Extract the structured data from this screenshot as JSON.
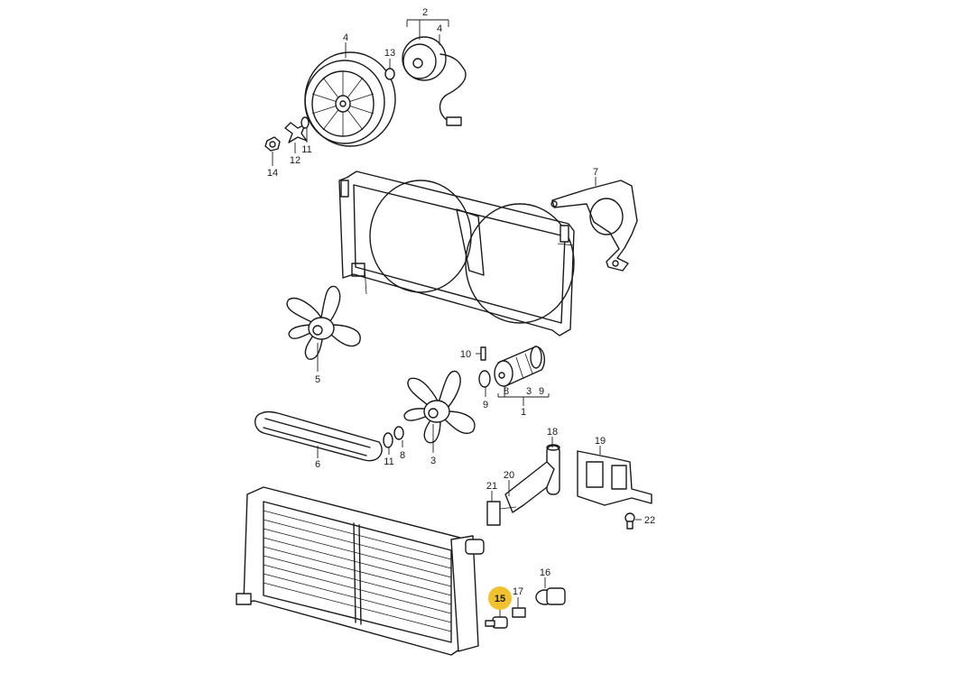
{
  "highlight_color": "#f2c12e",
  "labels": {
    "l1": "1",
    "l2": "2",
    "l3": "3",
    "l4": "4",
    "l4b": "4",
    "l5": "5",
    "l6": "6",
    "l7": "7",
    "l8a": "8",
    "l8b": "8",
    "l3b": "3",
    "l9a": "9",
    "l9b": "9",
    "l10": "10",
    "l11a": "11",
    "l11b": "11",
    "l12": "12",
    "l13": "13",
    "l14": "14",
    "l15": "15",
    "l16": "16",
    "l17": "17",
    "l18": "18",
    "l19": "19",
    "l20": "20",
    "l21": "21",
    "l22": "22"
  }
}
